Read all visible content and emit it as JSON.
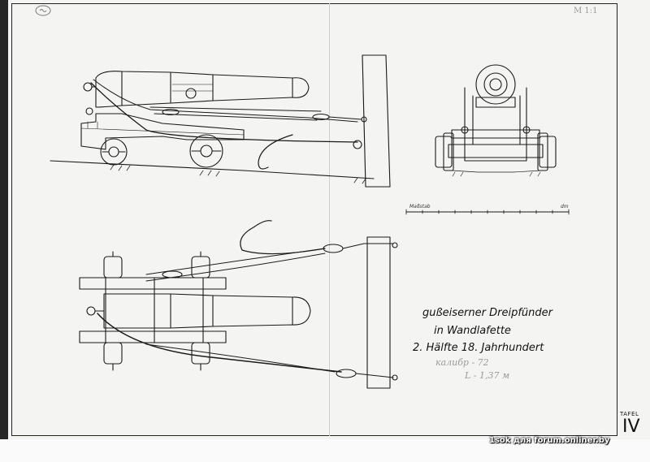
{
  "caption": {
    "line1": "gußeiserner Dreipfünder",
    "line2": "in Wandlafette",
    "line3": "2. Hälfte 18. Jahrhundert"
  },
  "handwritten": {
    "line1": "калибр - 72",
    "line2": "L - 1,37 м"
  },
  "scale_bar": {
    "label": "Maßstab",
    "unit": "dm"
  },
  "scale_note": "M 1:1",
  "plate": {
    "label": "TAFEL",
    "number": "IV"
  },
  "watermark": "1sok для forum.onliner.by"
}
